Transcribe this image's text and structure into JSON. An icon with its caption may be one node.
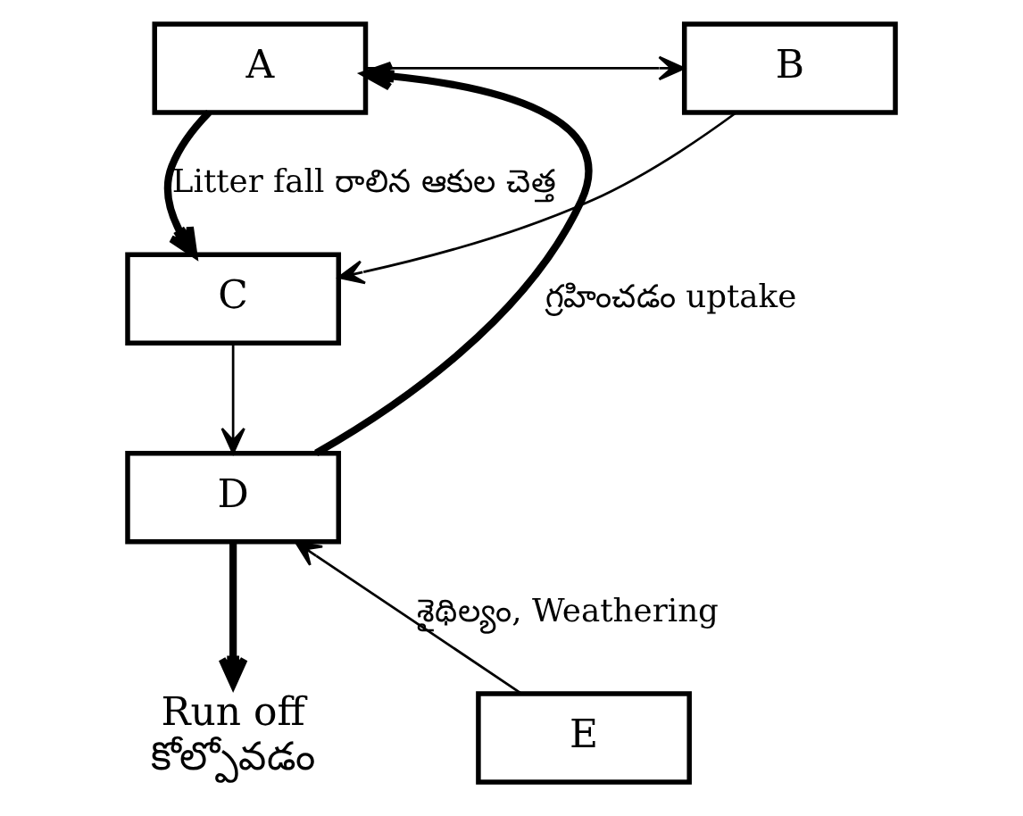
{
  "diagram": {
    "nodes": [
      {
        "text": [
          "A"
        ]
      },
      {
        "text": [
          "B"
        ]
      },
      {
        "text": [
          "C"
        ]
      },
      {
        "text": [
          "D"
        ]
      },
      {
        "text": [
          "E"
        ]
      },
      {
        "text": [
          "Run off",
          "కోల్పోవడం"
        ]
      }
    ],
    "edges": [
      {
        "from": 0,
        "to": 1,
        "arrow": "to"
      },
      {
        "from": 0,
        "to": 2,
        "arrow": "to",
        "label": "Litter fall రాలిన ఆకుల చెత్త",
        "style": "thick"
      },
      {
        "from": 1,
        "to": 2,
        "arrow": "to"
      },
      {
        "from": 2,
        "to": 3,
        "arrow": "to"
      },
      {
        "from": 3,
        "to": 0,
        "arrow": "to",
        "label": "గ్రహించడం uptake",
        "style": "thick"
      },
      {
        "from": 3,
        "to": 5,
        "arrow": "to",
        "style": "thick"
      },
      {
        "from": 4,
        "to": 3,
        "arrow": "to",
        "label": "శైథిల్యం, Weathering"
      }
    ]
  }
}
